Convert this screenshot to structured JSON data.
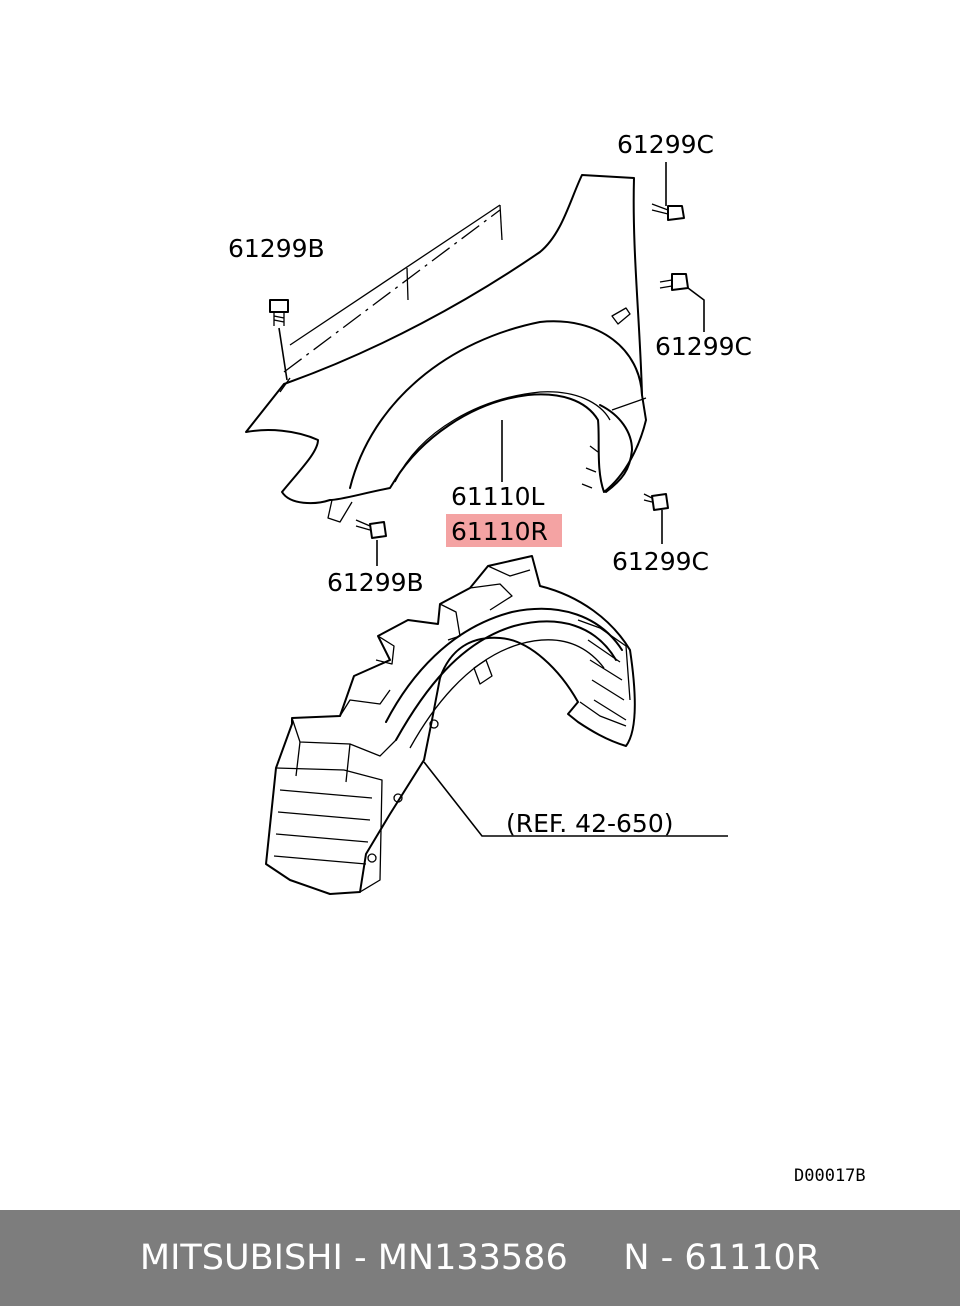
{
  "callouts": {
    "c_top": "61299C",
    "c_right": "61299C",
    "c_bottom": "61299C",
    "b_top": "61299B",
    "b_bottom": "61299B",
    "left_part": "61110L",
    "right_part": "61110R",
    "reference": "(REF. 42-650)"
  },
  "highlight_color": "#f4a3a3",
  "diagram_code": "D00017B",
  "footer": {
    "brand": "MITSUBISHI",
    "sep1": " - ",
    "part_number": "MN133586",
    "gap": "     ",
    "catalog_ref": "N - 61110R"
  }
}
